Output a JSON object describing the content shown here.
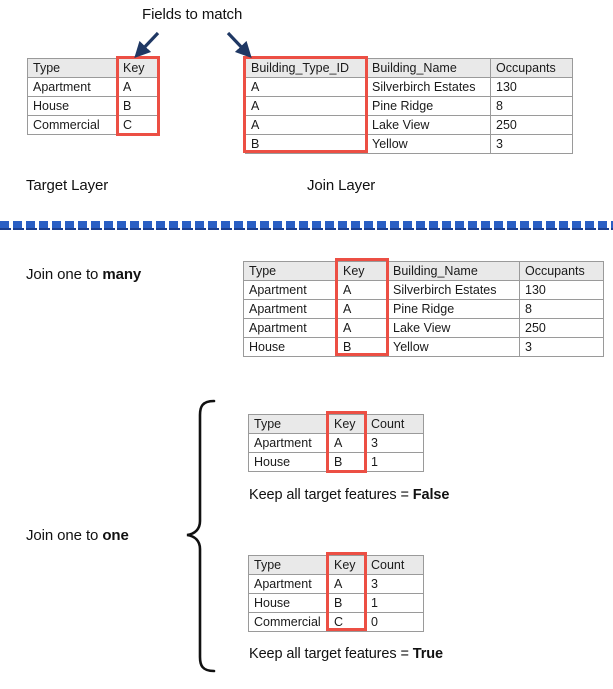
{
  "annotations": {
    "fields_to_match": "Fields to match",
    "target_layer": "Target Layer",
    "join_layer": "Join Layer",
    "join_one_to_many_prefix": "Join one to ",
    "join_one_to_many_strong": "many",
    "join_one_to_one_prefix": "Join one to ",
    "join_one_to_one_strong": "one",
    "keep_all_false_prefix": "Keep all target features = ",
    "keep_all_false_strong": "False",
    "keep_all_true_prefix": "Keep all target features = ",
    "keep_all_true_strong": "True"
  },
  "colors": {
    "highlight_red": "#ec4f44",
    "header_gray": "#e9e9e9",
    "border_gray": "#9a9a9a",
    "arrow_navy": "#1f3864",
    "divider_blue": "#2a5fc4",
    "text": "#1a1a1a"
  },
  "target_table": {
    "headers": [
      "Type",
      "Key"
    ],
    "rows": [
      [
        "Apartment",
        "A"
      ],
      [
        "House",
        "B"
      ],
      [
        "Commercial",
        "C"
      ]
    ],
    "highlight_column": "Key"
  },
  "join_table": {
    "headers": [
      "Building_Type_ID",
      "Building_Name",
      "Occupants"
    ],
    "rows": [
      [
        "A",
        "Silverbirch Estates",
        "130"
      ],
      [
        "A",
        "Pine Ridge",
        "8"
      ],
      [
        "A",
        "Lake View",
        "250"
      ],
      [
        "B",
        "Yellow",
        "3"
      ]
    ],
    "highlight_column": "Building_Type_ID"
  },
  "one_to_many_table": {
    "headers": [
      "Type",
      "Key",
      "Building_Name",
      "Occupants"
    ],
    "rows": [
      [
        "Apartment",
        "A",
        "Silverbirch Estates",
        "130"
      ],
      [
        "Apartment",
        "A",
        "Pine Ridge",
        "8"
      ],
      [
        "Apartment",
        "A",
        "Lake View",
        "250"
      ],
      [
        "House",
        "B",
        "Yellow",
        "3"
      ]
    ],
    "highlight_column": "Key"
  },
  "one_to_one_false_table": {
    "headers": [
      "Type",
      "Key",
      "Count"
    ],
    "rows": [
      [
        "Apartment",
        "A",
        "3"
      ],
      [
        "House",
        "B",
        "1"
      ]
    ],
    "highlight_column": "Key"
  },
  "one_to_one_true_table": {
    "headers": [
      "Type",
      "Key",
      "Count"
    ],
    "rows": [
      [
        "Apartment",
        "A",
        "3"
      ],
      [
        "House",
        "B",
        "1"
      ],
      [
        "Commercial",
        "C",
        "0"
      ]
    ],
    "highlight_column": "Key"
  },
  "icons": {
    "arrow_left": "arrow-down-left-icon",
    "arrow_right": "arrow-down-right-icon",
    "brace": "curly-brace-icon",
    "divider": "dashed-divider-icon"
  }
}
